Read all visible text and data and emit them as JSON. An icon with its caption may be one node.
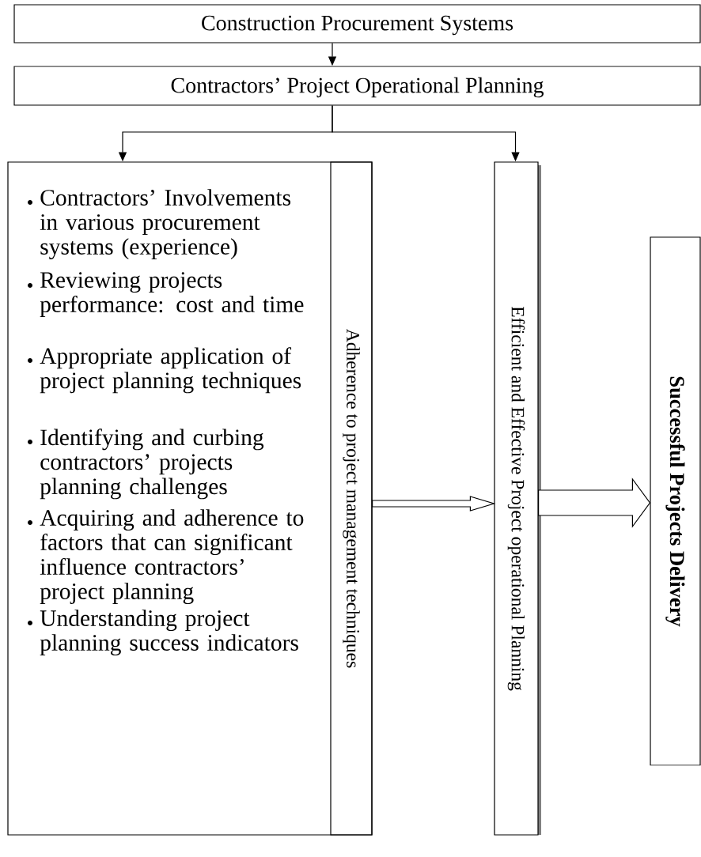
{
  "diagram": {
    "nodes": [
      {
        "text": [
          "Construction Procurement Systems"
        ]
      },
      {
        "text": [
          "Contractors’ Project Operational Planning"
        ]
      },
      {
        "text": [
          "Contractors’ Involvements in various procurement systems (experience)",
          "Reviewing projects performance: cost and time",
          "Appropriate application of project planning techniques",
          "Identifying and curbing contractors’ projects planning challenges",
          "Acquiring and adherence to factors that can significant influence contractors’ project planning",
          "Understanding project planning success indicators"
        ]
      },
      {
        "text": [
          "Adherence to project management techniques"
        ],
        "in": 2
      },
      {
        "text": [
          "Efficient and Effective Project operational Planning"
        ]
      },
      {
        "text": [
          "Successful Projects Delivery"
        ]
      }
    ],
    "edges": [
      {
        "from": 0,
        "to": 1,
        "arrow": "to"
      },
      {
        "from": 1,
        "to": 2,
        "arrow": "to"
      },
      {
        "from": 1,
        "to": 4,
        "arrow": "to"
      },
      {
        "from": 3,
        "to": 4,
        "arrow": "to"
      },
      {
        "from": 4,
        "to": 5,
        "arrow": "to"
      }
    ]
  }
}
